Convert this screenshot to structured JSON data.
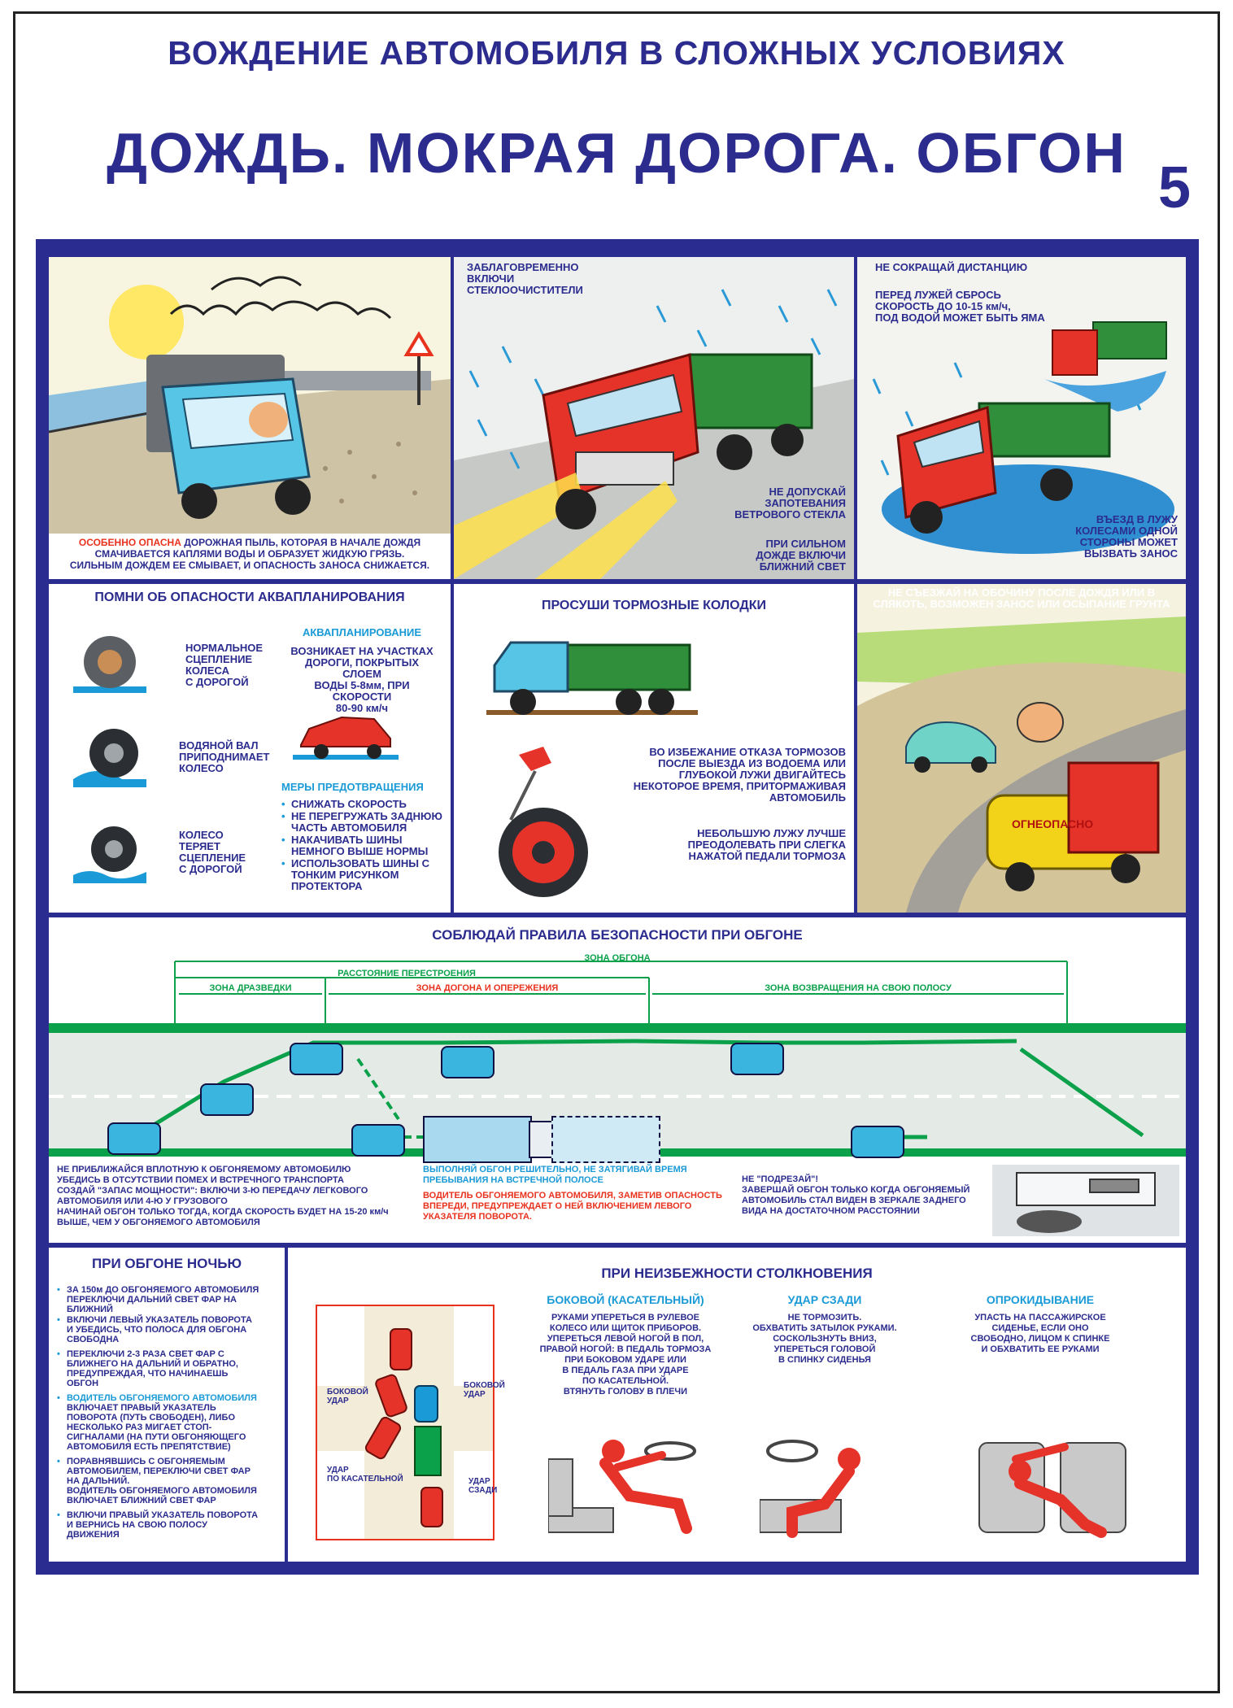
{
  "header": {
    "subtitle": "ВОЖДЕНИЕ АВТОМОБИЛЯ В СЛОЖНЫХ УСЛОВИЯХ",
    "title": "ДОЖДЬ. МОКРАЯ ДОРОГА. ОБГОН",
    "number": "5"
  },
  "panel_dust": {
    "warning_red": "ОСОБЕННО ОПАСНА",
    "text_1": "ДОРОЖНАЯ ПЫЛЬ, КОТОРАЯ В НАЧАЛЕ ДОЖДЯ",
    "text_2": "СМАЧИВАЕТСЯ КАПЛЯМИ ВОДЫ И ОБРАЗУЕТ ЖИДКУЮ ГРЯЗЬ.",
    "text_3": "СИЛЬНЫМ ДОЖДЕМ ЕЕ СМЫВАЕТ, И ОПАСНОСТЬ ЗАНОСА СНИЖАЕТСЯ."
  },
  "panel_wipers": {
    "top_1": "ЗАБЛАГОВРЕМЕННО",
    "top_2": "ВКЛЮЧИ",
    "top_3": "СТЕКЛООЧИСТИТЕЛИ",
    "fog_1": "НЕ ДОПУСКАЙ",
    "fog_2": "ЗАПОТЕВАНИЯ",
    "fog_3": "ВЕТРОВОГО СТЕКЛА",
    "lights_1": "ПРИ СИЛЬНОМ",
    "lights_2": "ДОЖДЕ ВКЛЮЧИ",
    "lights_3": "БЛИЖНИЙ СВЕТ"
  },
  "panel_distance": {
    "title": "НЕ СОКРАЩАЙ ДИСТАНЦИЮ",
    "speed_1": "ПЕРЕД ЛУЖЕЙ СБРОСЬ",
    "speed_2": "СКОРОСТЬ ДО 10-15 км/ч,",
    "speed_3": "ПОД ВОДОЙ МОЖЕТ БЫТЬ ЯМА",
    "puddle_1": "ВЪЕЗД В ЛУЖУ",
    "puddle_2": "КОЛЕСАМИ ОДНОЙ",
    "puddle_3": "СТОРОНЫ МОЖЕТ",
    "puddle_4": "ВЫЗВАТЬ ЗАНОС"
  },
  "panel_aqua": {
    "title": "ПОМНИ ОБ ОПАСНОСТИ АКВАПЛАНИРОВАНИЯ",
    "w1_1": "НОРМАЛЬНОЕ",
    "w1_2": "СЦЕПЛЕНИЕ",
    "w1_3": "КОЛЕСА",
    "w1_4": "С ДОРОГОЙ",
    "w2_1": "ВОДЯНОЙ ВАЛ",
    "w2_2": "ПРИПОДНИМАЕТ",
    "w2_3": "КОЛЕСО",
    "w3_1": "КОЛЕСО",
    "w3_2": "ТЕРЯЕТ",
    "w3_3": "СЦЕПЛЕНИЕ",
    "w3_4": "С ДОРОГОЙ",
    "aqua_head": "АКВАПЛАНИРОВАНИЕ",
    "aqua_1": "ВОЗНИКАЕТ НА УЧАСТКАХ",
    "aqua_2": "ДОРОГИ, ПОКРЫТЫХ СЛОЕМ",
    "aqua_3": "ВОДЫ 5-8мм, ПРИ СКОРОСТИ",
    "aqua_4": "80-90 км/ч",
    "prevent_head": "МЕРЫ ПРЕДОТВРАЩЕНИЯ",
    "p1": "СНИЖАТЬ СКОРОСТЬ",
    "p2a": "НЕ ПЕРЕГРУЖАТЬ ЗАДНЮЮ",
    "p2b": "ЧАСТЬ АВТОМОБИЛЯ",
    "p3a": "НАКАЧИВАТЬ ШИНЫ",
    "p3b": "НЕМНОГО ВЫШЕ НОРМЫ",
    "p4a": "ИСПОЛЬЗОВАТЬ ШИНЫ С",
    "p4b": "ТОНКИМ РИСУНКОМ",
    "p4c": "ПРОТЕКТОРА"
  },
  "panel_brakes": {
    "title": "ПРОСУШИ ТОРМОЗНЫЕ КОЛОДКИ",
    "b1": "ВО ИЗБЕЖАНИЕ ОТКАЗА ТОРМОЗОВ",
    "b2": "ПОСЛЕ ВЫЕЗДА ИЗ ВОДОЕМА ИЛИ",
    "b3": "ГЛУБОКОЙ ЛУЖИ ДВИГАЙТЕСЬ",
    "b4": "НЕКОТОРОЕ ВРЕМЯ, ПРИТОРМАЖИВАЯ",
    "b5": "АВТОМОБИЛЬ",
    "c1": "НЕБОЛЬШУЮ ЛУЖУ ЛУЧШЕ",
    "c2": "ПРЕОДОЛЕВАТЬ ПРИ СЛЕГКА",
    "c3": "НАЖАТОЙ ПЕДАЛИ ТОРМОЗА"
  },
  "panel_shoulder": {
    "line_1": "НЕ СЪЕЗЖАЙ НА ОБОЧИНУ ПОСЛЕ ДОЖДЯ ИЛИ В",
    "line_2": "СЛЯКОТЬ, ВОЗМОЖЕН ЗАНОС ИЛИ ОСЫПАНИЕ ГРУНТА",
    "tanker_label": "ОГНЕОПАСНО"
  },
  "overtaking": {
    "title": "СОБЛЮДАЙ ПРАВИЛА БЕЗОПАСНОСТИ ПРИ ОБГОНЕ",
    "zone_overtake": "ЗОНА ОБГОНА",
    "rebuild": "РАССТОЯНИЕ ПЕРЕСТРОЕНИЯ",
    "zone_recon": "ЗОНА ДРАЗВЕДКИ",
    "zone_catch": "ЗОНА ДОГОНА И ОПЕРЕЖЕНИЯ",
    "zone_return": "ЗОНА ВОЗВРАЩЕНИЯ НА СВОЮ ПОЛОСУ",
    "note1_1": "НЕ ПРИБЛИЖАЙСЯ ВПЛОТНУЮ К ОБГОНЯЕМОМУ АВТОМОБИЛЮ",
    "note1_2": "УБЕДИСЬ В ОТСУТСТВИИ ПОМЕХ И ВСТРЕЧНОГО ТРАНСПОРТА",
    "note1_3": "СОЗДАЙ \"ЗАПАС МОЩНОСТИ\": ВКЛЮЧИ 3-Ю ПЕРЕДАЧУ ЛЕГКОВОГО",
    "note1_4": "АВТОМОБИЛЯ ИЛИ 4-Ю У ГРУЗОВОГО",
    "note1_5": "НАЧИНАЙ ОБГОН ТОЛЬКО ТОГДА, КОГДА СКОРОСТЬ БУДЕТ НА 15-20 км/ч",
    "note1_6": "ВЫШЕ, ЧЕМ У ОБГОНЯЕМОГО АВТОМОБИЛЯ",
    "note2_1": "ВЫПОЛНЯЙ ОБГОН РЕШИТЕЛЬНО, НЕ ЗАТЯГИВАЙ ВРЕМЯ",
    "note2_2": "ПРЕБЫВАНИЯ НА ВСТРЕЧНОЙ ПОЛОСЕ",
    "note2_r1": "ВОДИТЕЛЬ ОБГОНЯЕМОГО АВТОМОБИЛЯ, ЗАМЕТИВ ОПАСНОСТЬ",
    "note2_r2": "ВПЕРЕДИ, ПРЕДУПРЕЖДАЕТ О НЕЙ ВКЛЮЧЕНИЕМ ЛЕВОГО",
    "note2_r3": "УКАЗАТЕЛЯ ПОВОРОТА.",
    "note3_1": "НЕ \"ПОДРЕЗАЙ\"!",
    "note3_2": "ЗАВЕРШАЙ ОБГОН ТОЛЬКО КОГДА ОБГОНЯЕМЫЙ",
    "note3_3": "АВТОМОБИЛЬ СТАЛ ВИДЕН В ЗЕРКАЛЕ ЗАДНЕГО",
    "note3_4": "ВИДА НА ДОСТАТОЧНОМ РАССТОЯНИИ"
  },
  "night": {
    "title": "ПРИ ОБГОНЕ НОЧЬЮ",
    "a1": "ЗА 150м ДО ОБГОНЯЕМОГО АВТОМОБИЛЯ",
    "a2": "ПЕРЕКЛЮЧИ ДАЛЬНИЙ СВЕТ ФАР НА",
    "a3": "БЛИЖНИЙ",
    "a4": "ВКЛЮЧИ ЛЕВЫЙ УКАЗАТЕЛЬ ПОВОРОТА",
    "a5": "И УБЕДИСЬ, ЧТО ПОЛОСА ДЛЯ ОБГОНА",
    "a6": "СВОБОДНА",
    "b1": "ПЕРЕКЛЮЧИ 2-3 РАЗА СВЕТ ФАР С",
    "b2": "БЛИЖНЕГО НА ДАЛЬНИЙ И ОБРАТНО,",
    "b3": "ПРЕДУПРЕЖДАЯ, ЧТО НАЧИНАЕШЬ",
    "b4": "ОБГОН",
    "c1": "ВОДИТЕЛЬ ОБГОНЯЕМОГО АВТОМОБИЛЯ",
    "c2": "ВКЛЮЧАЕТ ПРАВЫЙ УКАЗАТЕЛЬ",
    "c3": "ПОВОРОТА (ПУТЬ СВОБОДЕН), ЛИБО",
    "c4": "НЕСКОЛЬКО РАЗ МИГАЕТ СТОП-",
    "c5": "СИГНАЛАМИ (НА ПУТИ ОБГОНЯЮЩЕГО",
    "c6": "АВТОМОБИЛЯ ЕСТЬ ПРЕПЯТСТВИЕ)",
    "d1": "ПОРАВНЯВШИСЬ С ОБГОНЯЕМЫМ",
    "d2": "АВТОМОБИЛЕМ, ПЕРЕКЛЮЧИ СВЕТ ФАР",
    "d3": "НА ДАЛЬНИЙ.",
    "d4": "ВОДИТЕЛЬ ОБГОНЯЕМОГО АВТОМОБИЛЯ",
    "d5": "ВКЛЮЧАЕТ БЛИЖНИЙ СВЕТ ФАР",
    "e1": "ВКЛЮЧИ ПРАВЫЙ УКАЗАТЕЛЬ ПОВОРОТА",
    "e2": "И ВЕРНИСЬ НА СВОЮ ПОЛОСУ",
    "e3": "ДВИЖЕНИЯ"
  },
  "collision": {
    "title": "ПРИ НЕИЗБЕЖНОСТИ СТОЛКНОВЕНИЯ",
    "side_label_1": "БОКОВОЙ",
    "side_label_2": "УДАР",
    "side2_label_1": "БОКОВОЙ",
    "side2_label_2": "УДАР",
    "tangent_1": "УДАР",
    "tangent_2": "ПО КАСАТЕЛЬНОЙ",
    "rear_1": "УДАР",
    "rear_2": "СЗАДИ",
    "col1_head": "БОКОВОЙ (КАСАТЕЛЬНЫЙ)",
    "col1_1": "РУКАМИ УПЕРЕТЬСЯ В РУЛЕВОЕ",
    "col1_2": "КОЛЕСО ИЛИ ЩИТОК ПРИБОРОВ.",
    "col1_3": "УПЕРЕТЬСЯ ЛЕВОЙ НОГОЙ В ПОЛ,",
    "col1_4": "ПРАВОЙ НОГОЙ: В ПЕДАЛЬ ТОРМОЗА",
    "col1_5": "ПРИ БОКОВОМ УДАРЕ ИЛИ",
    "col1_6": "В ПЕДАЛЬ ГАЗА ПРИ УДАРЕ",
    "col1_7": "ПО КАСАТЕЛЬНОЙ.",
    "col1_8": "ВТЯНУТЬ ГОЛОВУ В ПЛЕЧИ",
    "col2_head": "УДАР СЗАДИ",
    "col2_1": "НЕ ТОРМОЗИТЬ.",
    "col2_2": "ОБХВАТИТЬ ЗАТЫЛОК РУКАМИ.",
    "col2_3": "СОСКОЛЬЗНУТЬ ВНИЗ,",
    "col2_4": "УПЕРЕТЬСЯ ГОЛОВОЙ",
    "col2_5": "В СПИНКУ СИДЕНЬЯ",
    "col3_head": "ОПРОКИДЫВАНИЕ",
    "col3_1": "УПАСТЬ НА ПАССАЖИРСКОЕ",
    "col3_2": "СИДЕНЬЕ, ЕСЛИ ОНО",
    "col3_3": "СВОБОДНО, ЛИЦОМ К СПИНКЕ",
    "col3_4": "И ОБХВАТИТЬ ЕЕ РУКАМИ"
  },
  "colors": {
    "frame": "#2a2d8f",
    "title": "#2b2c8e",
    "accent_red": "#e8321e",
    "accent_cyan": "#1a9ad6",
    "road_green": "#0aa14a"
  }
}
